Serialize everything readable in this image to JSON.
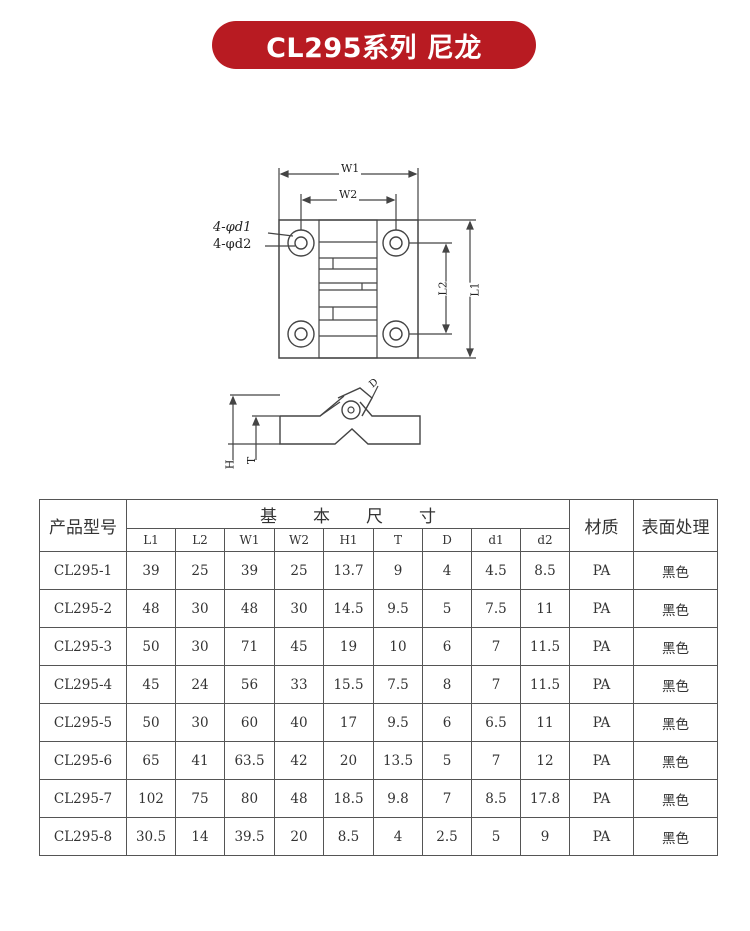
{
  "title": "CL295系列 尼龙",
  "drawing": {
    "labels": {
      "w1": "W1",
      "w2": "W2",
      "l1": "L1",
      "l2": "L2",
      "d1": "4-φd1",
      "d2": "4-φd2",
      "d": "D",
      "h": "H",
      "t": "T"
    }
  },
  "table": {
    "product_header": "产品型号",
    "basic_header_chars": [
      "基",
      "本",
      "尺",
      "寸"
    ],
    "material_header": "材质",
    "surface_header": "表面处理",
    "columns": [
      "L1",
      "L2",
      "W1",
      "W2",
      "H1",
      "T",
      "D",
      "d1",
      "d2"
    ],
    "rows": [
      {
        "model": "CL295-1",
        "values": [
          "39",
          "25",
          "39",
          "25",
          "13.7",
          "9",
          "4",
          "4.5",
          "8.5"
        ],
        "material": "PA",
        "surface": "黑色"
      },
      {
        "model": "CL295-2",
        "values": [
          "48",
          "30",
          "48",
          "30",
          "14.5",
          "9.5",
          "5",
          "7.5",
          "11"
        ],
        "material": "PA",
        "surface": "黑色"
      },
      {
        "model": "CL295-3",
        "values": [
          "50",
          "30",
          "71",
          "45",
          "19",
          "10",
          "6",
          "7",
          "11.5"
        ],
        "material": "PA",
        "surface": "黑色"
      },
      {
        "model": "CL295-4",
        "values": [
          "45",
          "24",
          "56",
          "33",
          "15.5",
          "7.5",
          "8",
          "7",
          "11.5"
        ],
        "material": "PA",
        "surface": "黑色"
      },
      {
        "model": "CL295-5",
        "values": [
          "50",
          "30",
          "60",
          "40",
          "17",
          "9.5",
          "6",
          "6.5",
          "11"
        ],
        "material": "PA",
        "surface": "黑色"
      },
      {
        "model": "CL295-6",
        "values": [
          "65",
          "41",
          "63.5",
          "42",
          "20",
          "13.5",
          "5",
          "7",
          "12"
        ],
        "material": "PA",
        "surface": "黑色"
      },
      {
        "model": "CL295-7",
        "values": [
          "102",
          "75",
          "80",
          "48",
          "18.5",
          "9.8",
          "7",
          "8.5",
          "17.8"
        ],
        "material": "PA",
        "surface": "黑色"
      },
      {
        "model": "CL295-8",
        "values": [
          "30.5",
          "14",
          "39.5",
          "20",
          "8.5",
          "4",
          "2.5",
          "5",
          "9"
        ],
        "material": "PA",
        "surface": "黑色"
      }
    ]
  }
}
